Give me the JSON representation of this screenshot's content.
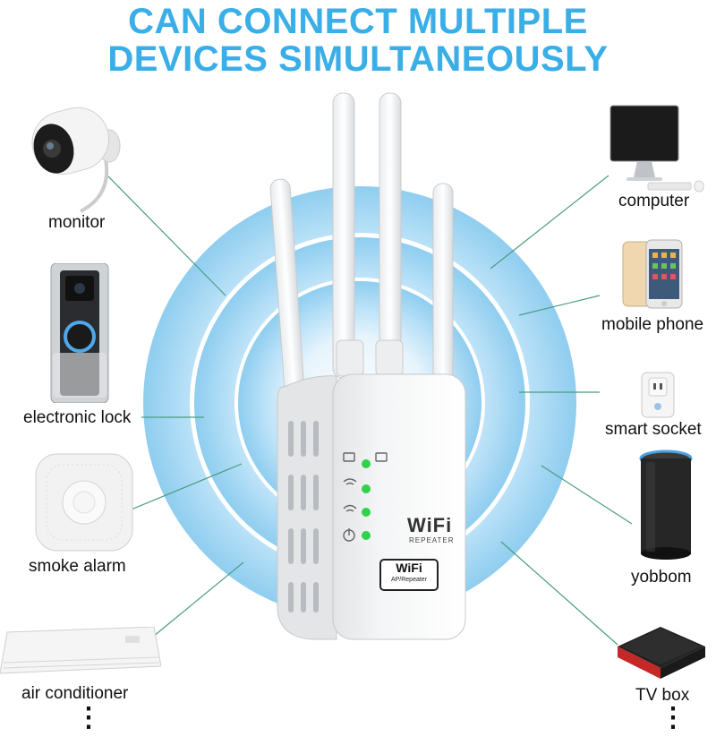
{
  "headline": {
    "line1": "CAN CONNECT MULTIPLE",
    "line2": "DEVICES SIMULTANEOUSLY"
  },
  "colors": {
    "headline": "#3aaee6",
    "rings": "#9fd5f3",
    "connector": "#4a9c7f",
    "led": "#2fd24a"
  },
  "left_devices": [
    {
      "label": "monitor",
      "icon": "security-camera-icon"
    },
    {
      "label": "electronic lock",
      "icon": "video-doorbell-icon"
    },
    {
      "label": "smoke alarm",
      "icon": "smoke-alarm-icon"
    },
    {
      "label": "air conditioner",
      "icon": "air-conditioner-icon"
    }
  ],
  "right_devices": [
    {
      "label": "computer",
      "icon": "desktop-computer-icon"
    },
    {
      "label": "mobile phone",
      "icon": "smartphone-icon"
    },
    {
      "label": "smart socket",
      "icon": "smart-plug-icon"
    },
    {
      "label": "yobbom",
      "icon": "smart-speaker-icon"
    },
    {
      "label": "TV box",
      "icon": "tv-box-icon"
    }
  ],
  "product": {
    "brand": "WiFi",
    "subtitle": "REPEATER",
    "badge_brand": "WiFi",
    "badge_sub": "AP/Repeater"
  },
  "more": {
    "glyph": "⋮"
  }
}
